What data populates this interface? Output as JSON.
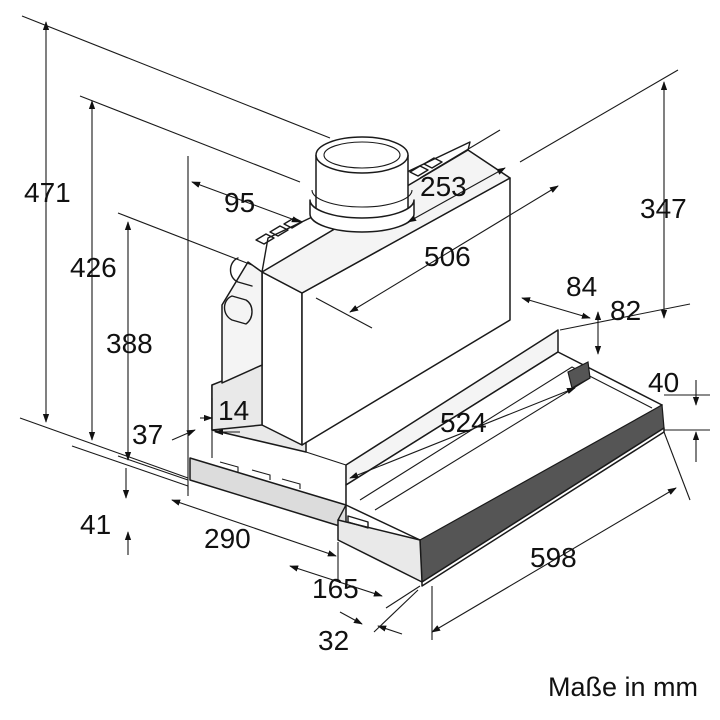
{
  "caption": "Maße in mm",
  "dimensions": {
    "d471": "471",
    "d426": "426",
    "d388": "388",
    "d37": "37",
    "d41": "41",
    "d95": "95",
    "d253": "253",
    "d506": "506",
    "d347": "347",
    "d84": "84",
    "d82": "82",
    "d40": "40",
    "d14": "14",
    "d524": "524",
    "d290": "290",
    "d598": "598",
    "d165": "165",
    "d32": "32"
  }
}
